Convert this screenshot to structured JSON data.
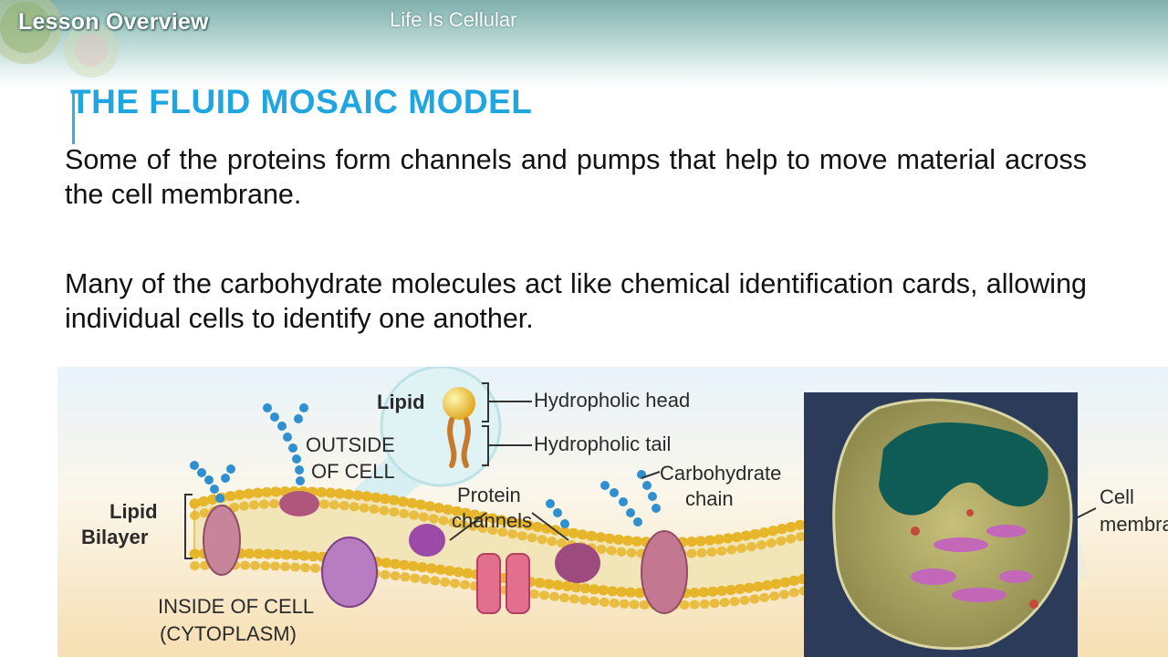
{
  "header": {
    "section_label": "Lesson Overview",
    "unit_title": "Life Is Cellular"
  },
  "slide": {
    "title": "THE FLUID MOSAIC MODEL",
    "paragraphs": [
      "Some of the proteins form channels and pumps that help to move material across the cell membrane.",
      "Many of the carbohydrate molecules act like chemical identification cards, allowing individual cells to identify one another."
    ]
  },
  "figure": {
    "labels": {
      "lipid": "Lipid",
      "head": "Hydropholic head",
      "tail": "Hydropholic tail",
      "outside_1": "OUTSIDE",
      "outside_2": "OF CELL",
      "bilayer_1": "Lipid",
      "bilayer_2": "Bilayer",
      "carb_1": "Carbohydrate",
      "carb_2": "chain",
      "protein_1": "Protein",
      "protein_2": "channels",
      "inside_1": "INSIDE OF CELL",
      "inside_2": "(CYTOPLASM)",
      "cell_1": "Cell",
      "cell_2": "membra"
    }
  },
  "colors": {
    "title": "#1fa6e0",
    "banner": "#7fb0ad"
  }
}
